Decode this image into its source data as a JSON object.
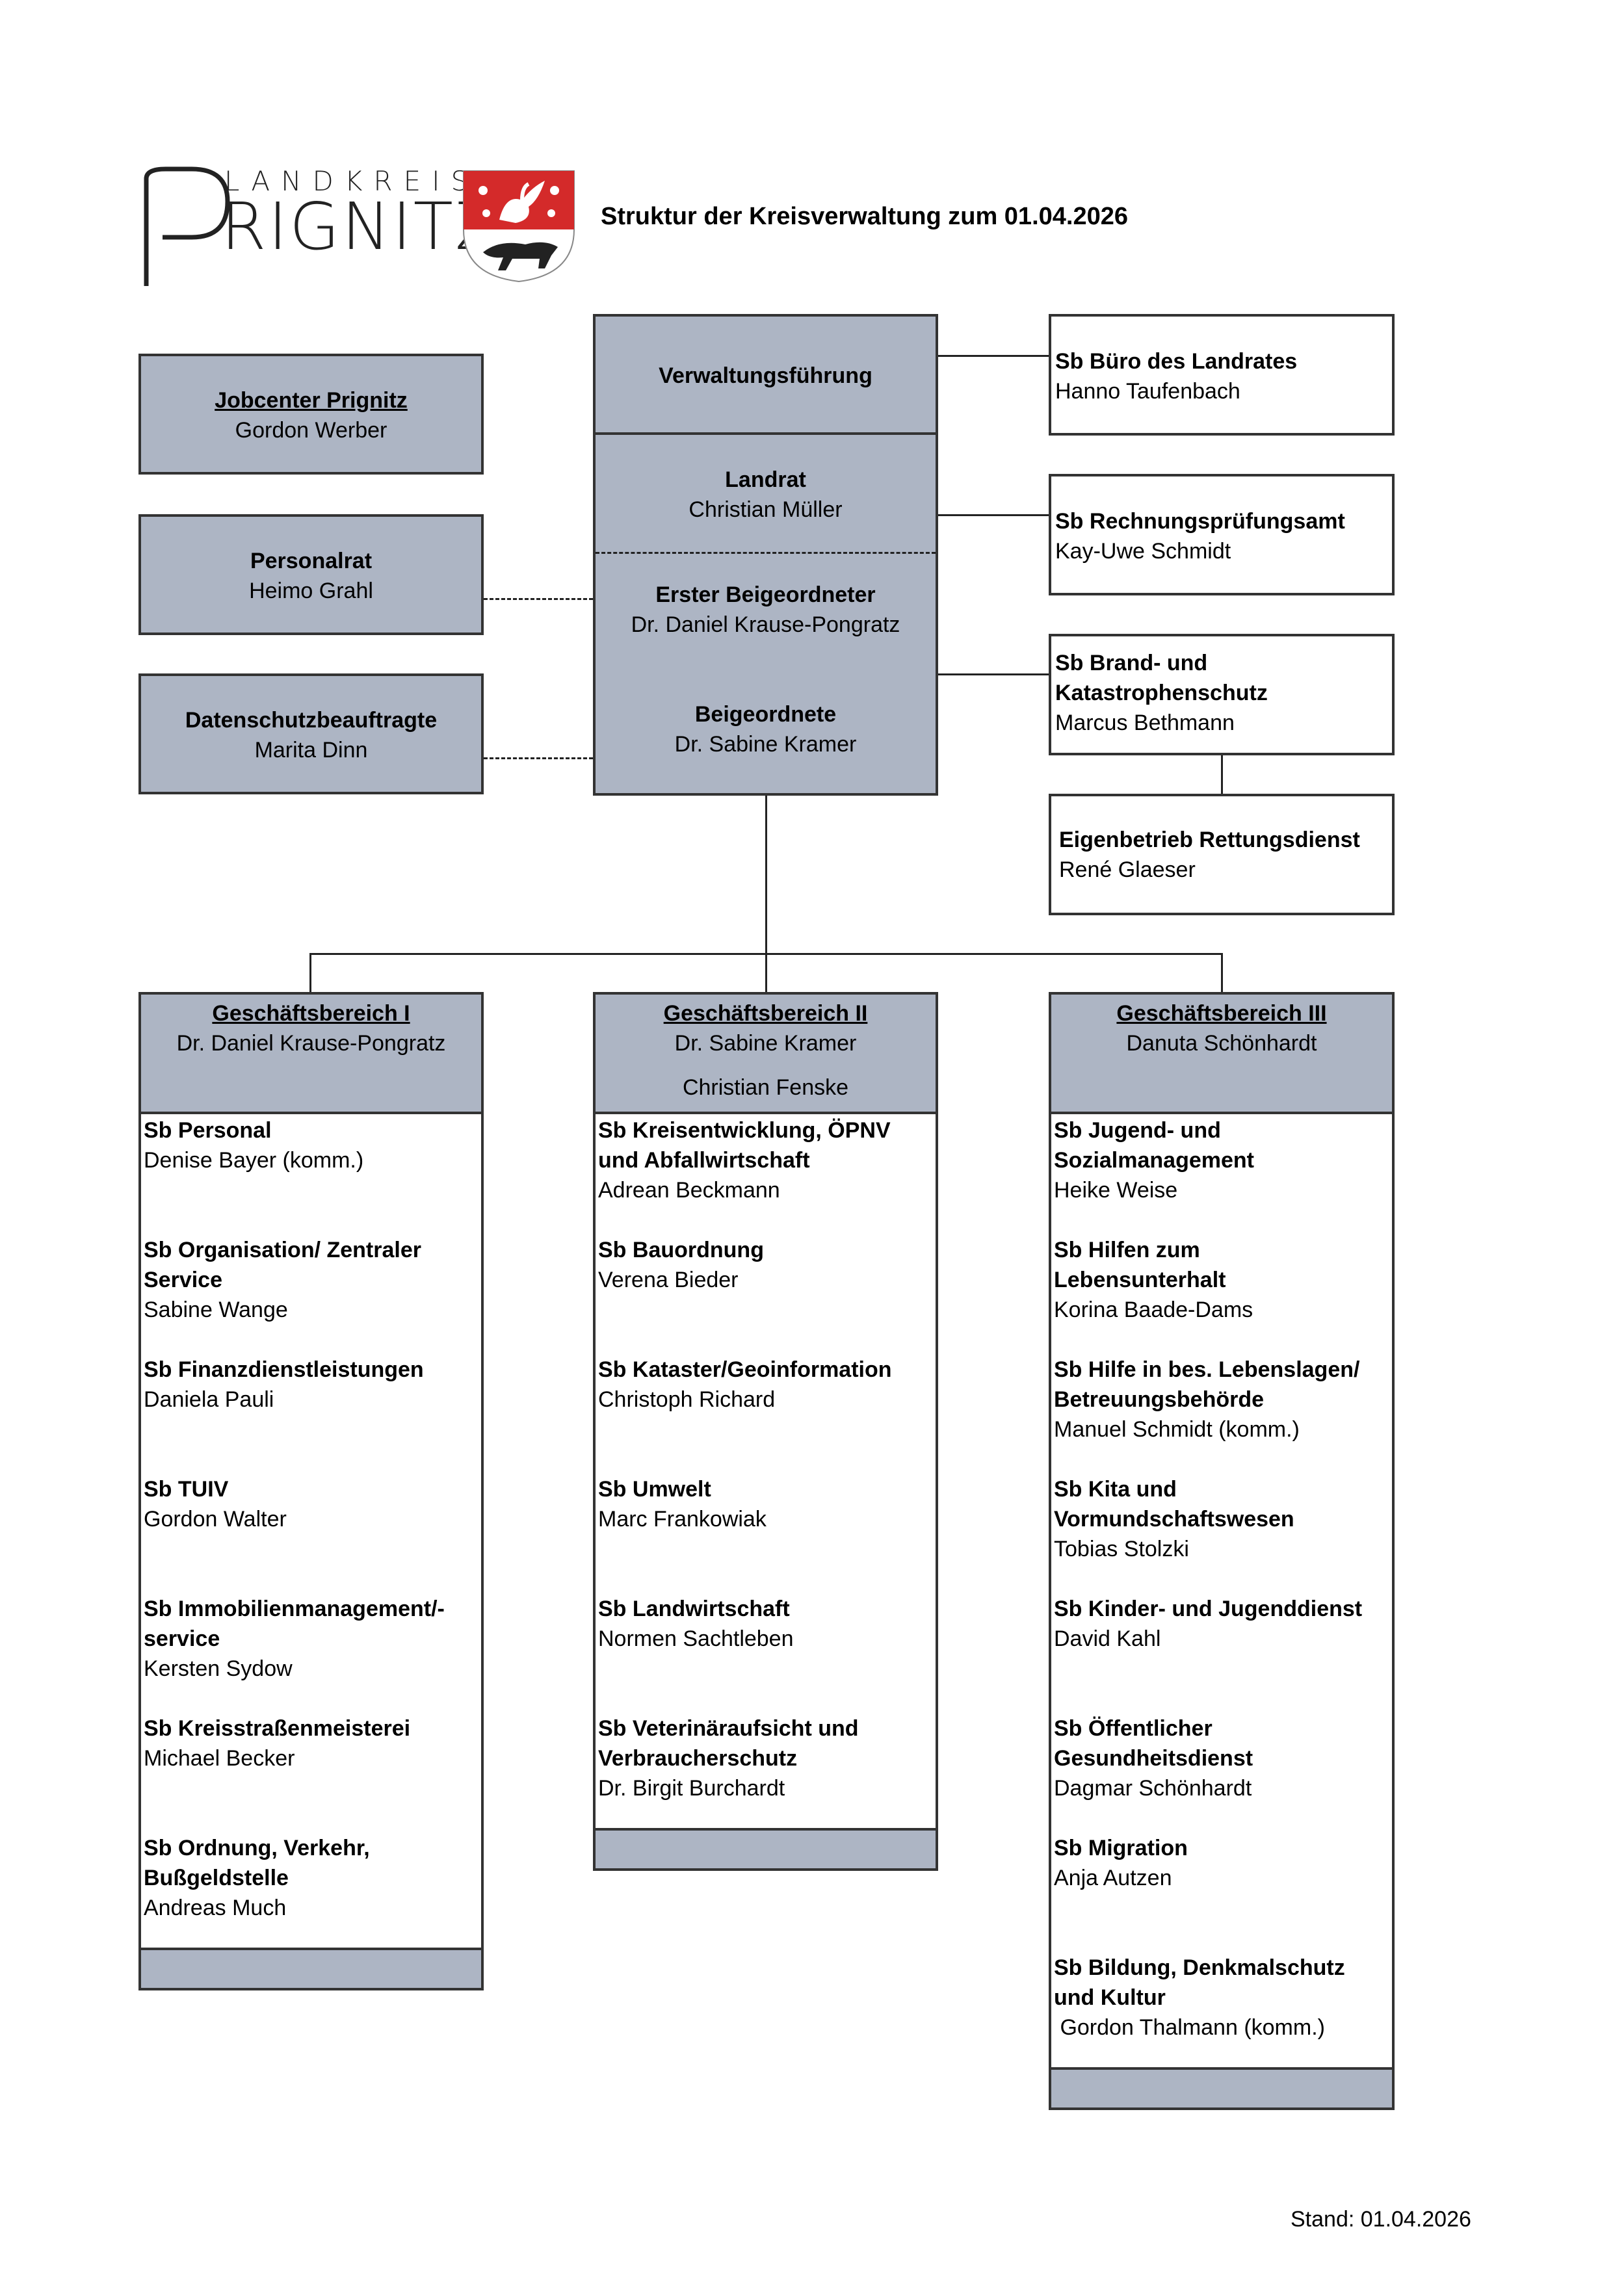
{
  "logo": {
    "line1": "LANDKREIS",
    "line2": "RIGNITZ"
  },
  "title": "Struktur der Kreisverwaltung zum 01.04.2026",
  "left_boxes": [
    {
      "title": "Jobcenter Prignitz",
      "name": "Gordon Werber"
    },
    {
      "title": "Personalrat",
      "name": "Heimo Grahl"
    },
    {
      "title": "Datenschutzbeauftragte",
      "name": "Marita Dinn"
    }
  ],
  "center": {
    "head": "Verwaltungsführung",
    "landrat_title": "Landrat",
    "landrat_name": "Christian Müller",
    "beig1_title": "Erster Beigeordneter",
    "beig1_name": "Dr. Daniel Krause-Pongratz",
    "beig2_title": "Beigeordnete",
    "beig2_name": "Dr. Sabine Kramer"
  },
  "right_boxes": [
    {
      "title": "Sb Büro des Landrates",
      "name": "Hanno Taufenbach"
    },
    {
      "title": "Sb Rechnungsprüfungsamt",
      "name": "Kay-Uwe Schmidt"
    },
    {
      "title1": "Sb Brand- und",
      "title2": "Katastrophenschutz",
      "name": "Marcus Bethmann"
    },
    {
      "title": "Eigenbetrieb Rettungsdienst",
      "name": "René Glaeser"
    }
  ],
  "gb1": {
    "title": "Geschäftsbereich I",
    "name": "Dr. Daniel Krause-Pongratz",
    "entries": [
      {
        "l1": "Sb Personal",
        "name": "Denise Bayer (komm.)"
      },
      {
        "l1": "Sb Organisation/ Zentraler",
        "l2": "Service",
        "name": "Sabine Wange"
      },
      {
        "l1": "Sb Finanzdienstleistungen",
        "name": "Daniela Pauli"
      },
      {
        "l1": "Sb TUIV",
        "name": "Gordon Walter"
      },
      {
        "l1": "Sb Immobilienmanagement/-",
        "l2": "service",
        "name": "Kersten Sydow"
      },
      {
        "l1": "Sb Kreisstraßenmeisterei",
        "name": "Michael Becker"
      },
      {
        "l1": "Sb Ordnung, Verkehr,",
        "l2": "Bußgeldstelle",
        "name": "Andreas Much"
      }
    ]
  },
  "gb2": {
    "title": "Geschäftsbereich II",
    "name": "Dr. Sabine Kramer",
    "name2": "Christian Fenske",
    "entries": [
      {
        "l1": "Sb Kreisentwicklung, ÖPNV",
        "l2": "und Abfallwirtschaft",
        "name": "Adrean Beckmann"
      },
      {
        "l1": "Sb Bauordnung",
        "name": "Verena Bieder"
      },
      {
        "l1": "Sb Kataster/Geoinformation",
        "name": "Christoph Richard"
      },
      {
        "l1": "Sb Umwelt",
        "name": "Marc Frankowiak"
      },
      {
        "l1": "Sb Landwirtschaft",
        "name": "Normen Sachtleben"
      },
      {
        "l1": "Sb Veterinäraufsicht und",
        "l2": "Verbraucherschutz",
        "name": "Dr. Birgit Burchardt"
      }
    ]
  },
  "gb3": {
    "title": "Geschäftsbereich III",
    "name": "Danuta Schönhardt",
    "entries": [
      {
        "l1": "Sb Jugend- und",
        "l2": "Sozialmanagement",
        "name": "Heike Weise"
      },
      {
        "l1": "Sb Hilfen zum",
        "l2": "Lebensunterhalt",
        "name": "Korina Baade-Dams"
      },
      {
        "l1": "Sb Hilfe in bes. Lebenslagen/",
        "l2": "Betreuungsbehörde",
        "name": "Manuel Schmidt (komm.)"
      },
      {
        "l1": "Sb Kita und",
        "l2": "Vormundschaftswesen",
        "name": "Tobias Stolzki"
      },
      {
        "l1": "Sb Kinder- und Jugenddienst",
        "name": "David Kahl"
      },
      {
        "l1": "Sb Öffentlicher",
        "l2": "Gesundheitsdienst",
        "name": "Dagmar Schönhardt"
      },
      {
        "l1": "Sb Migration",
        "name": "Anja Autzen"
      },
      {
        "l1": "Sb Bildung, Denkmalschutz",
        "l2": "und Kultur",
        "name": " Gordon Thalmann (komm.)"
      }
    ]
  },
  "footer": "Stand: 01.04.2026",
  "colors": {
    "box_fill": "#adb5c4",
    "crest_red": "#d42a2a"
  }
}
